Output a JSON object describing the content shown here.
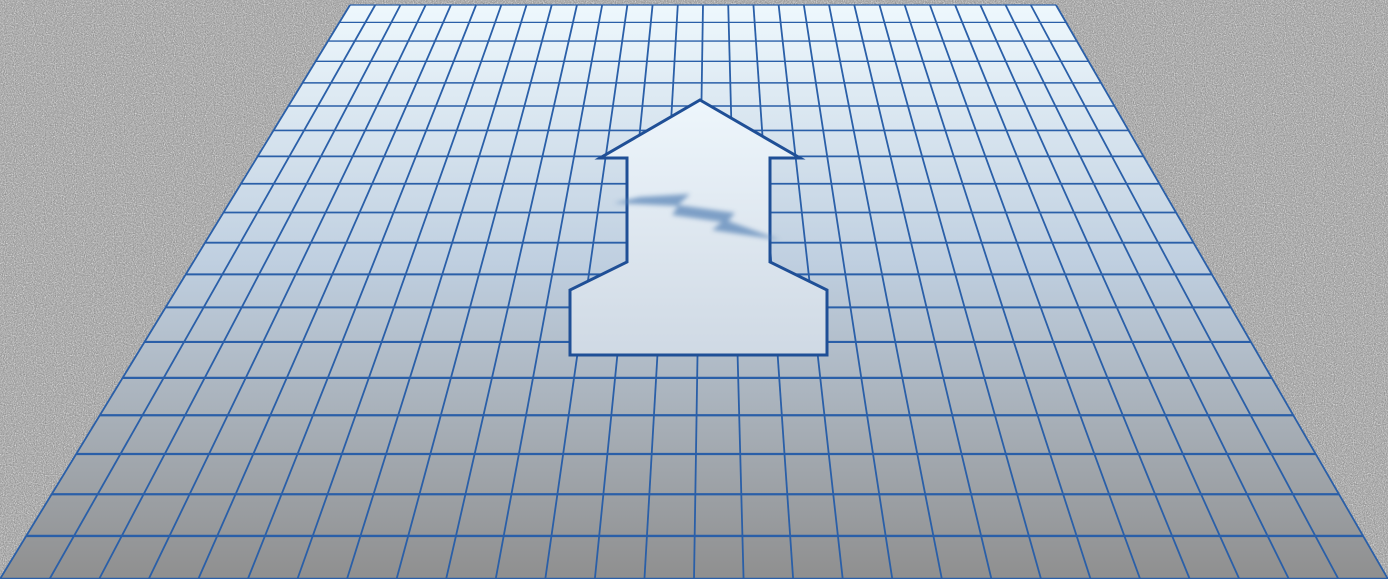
{
  "scene": {
    "grid_rows": 19,
    "grid_columns": 28,
    "colors": {
      "background_noise_light": "#e6e6e6",
      "background_noise_dark": "#5a5a5a",
      "plane_top": "#eef8fd",
      "plane_mid": "#bfcfe0",
      "plane_bottom": "#8f8f8f",
      "grid_line": "#2a5fa8",
      "arrow_fill": "#d9e4ee",
      "arrow_outline": "#1f4f96",
      "shadow": "#5b86b8"
    },
    "icons": [
      "up-arrow-cutout",
      "lightning-bolt-shadow"
    ]
  }
}
